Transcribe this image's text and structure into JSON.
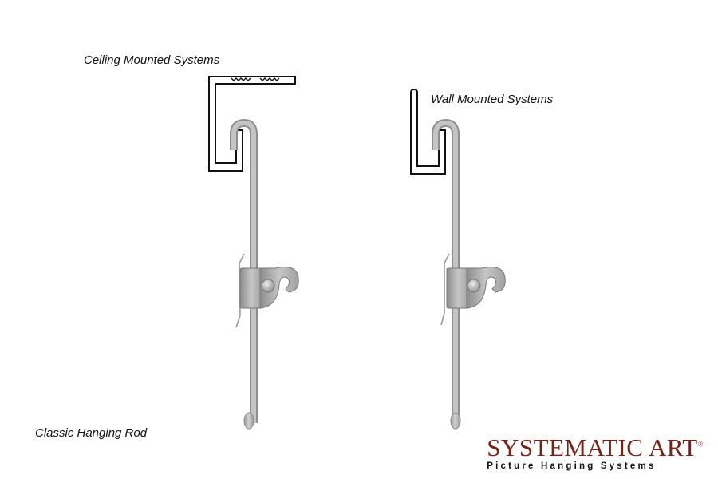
{
  "labels": {
    "ceiling": "Ceiling Mounted Systems",
    "wall": "Wall Mounted Systems",
    "rod": "Classic Hanging Rod"
  },
  "logo": {
    "systematic": "SYSTEMATIC",
    "art": "ART",
    "registered": "®",
    "tagline": "Picture Hanging Systems"
  },
  "colors": {
    "rod": "#b4b4b4",
    "rod_edge": "#8e8e8e",
    "rail_outline": "#111111",
    "logo_red": "#7a1f12"
  }
}
